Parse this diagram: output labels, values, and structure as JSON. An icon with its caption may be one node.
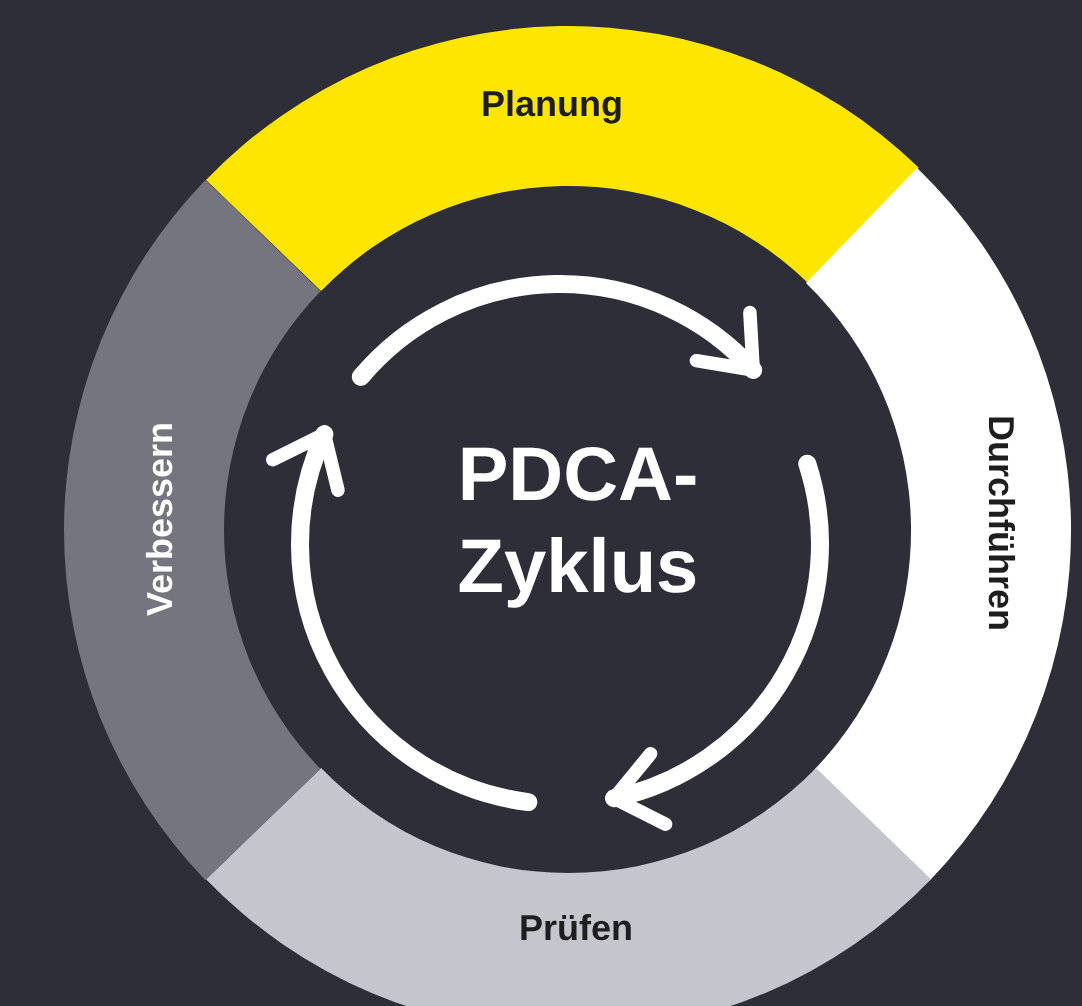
{
  "diagram": {
    "nodes": [
      {
        "text": [
          "Planung"
        ]
      },
      {
        "text": [
          "Durchführen"
        ]
      },
      {
        "text": [
          "Prüfen"
        ]
      },
      {
        "text": [
          "Verbessern"
        ]
      },
      {
        "text": [
          "PDCA- Zyklus"
        ]
      }
    ]
  }
}
